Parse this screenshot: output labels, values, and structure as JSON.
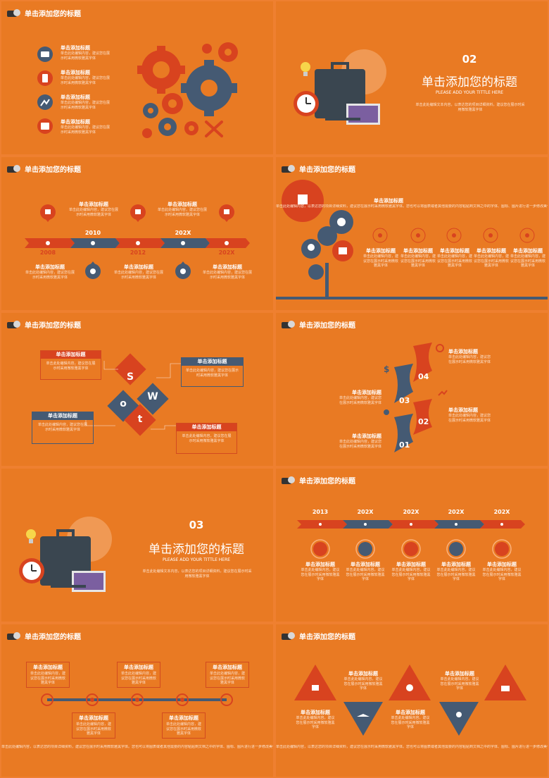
{
  "heading": "单击添加您的标题",
  "item_title": "单击添加标题",
  "item_body_short": "单击此处编辑内容，建议您在展示时采用微软雅黑字体",
  "item_body_long": "单击此处编辑文本内容，以表达您的项目详细资料，建议您在展示时采用微软雅黑字体",
  "footer_text": "单击此处编辑内容，以表达您的项目详细资料，建议您在展示时采用微软雅黑字体。您也可以将图表或者其他需要的内容粘贴到文档之中的字体、图标、图片进行进一步修改美化，以达到更专业的效果。",
  "section2": {
    "number": "02",
    "title": "单击添加您的标题",
    "subtitle": "PLEASE ADD YOUR TITTLE HERE"
  },
  "section3": {
    "number": "03",
    "title": "单击添加您的标题",
    "subtitle": "PLEASE ADD YOUR TITTLE HERE"
  },
  "timeline1": {
    "years": [
      "2008",
      "2010",
      "2012",
      "202X",
      "202X"
    ]
  },
  "swot": {
    "letters": [
      "S",
      "W",
      "o",
      "t"
    ]
  },
  "steps": [
    "04",
    "03",
    "02",
    "01"
  ],
  "timeline2": {
    "years": [
      "2013",
      "202X",
      "202X",
      "202X",
      "202X"
    ]
  },
  "colors": {
    "page": "#ef8030",
    "slide": "#e97a23",
    "red": "#d8431f",
    "slate": "#455a73"
  },
  "icons": [
    "laptop-icon",
    "tablet-icon",
    "chart-icon",
    "calendar-icon",
    "gear-icon",
    "wrench-icon",
    "lightbulb-icon",
    "briefcase-icon",
    "clock-icon",
    "globe-icon",
    "home-icon",
    "search-icon",
    "trophy-icon",
    "phone-icon",
    "plane-icon",
    "location-pin-icon"
  ]
}
